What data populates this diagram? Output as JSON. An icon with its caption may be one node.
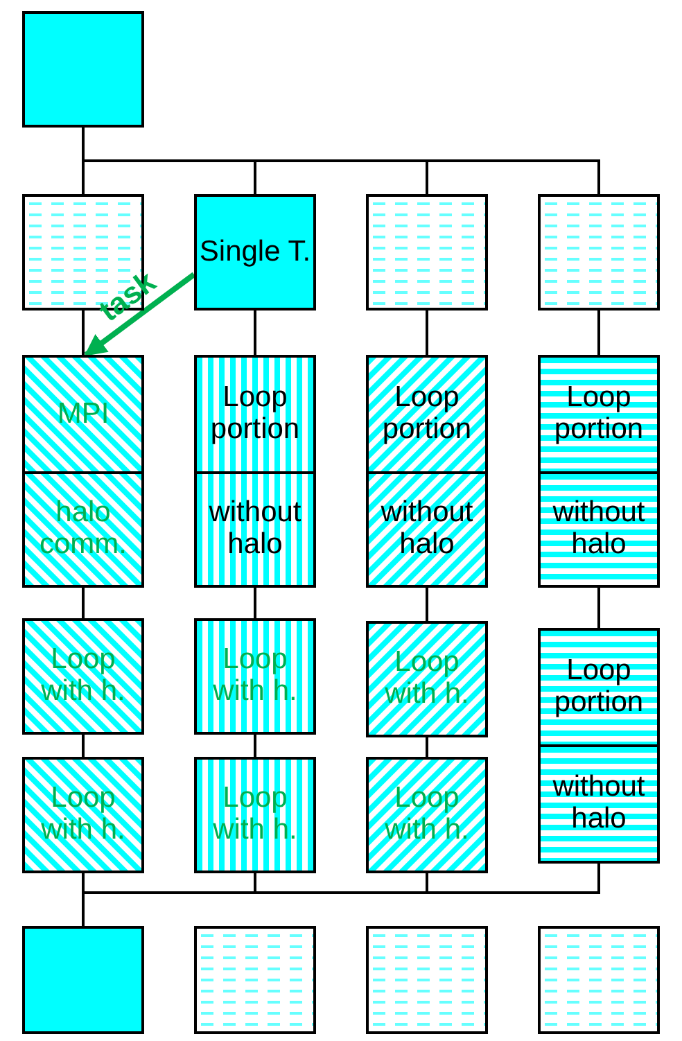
{
  "diagram": {
    "nodes": [
      {
        "text": [],
        "shape": "box"
      },
      {
        "text": [],
        "shape": "box"
      },
      {
        "text": [
          "Single T."
        ]
      },
      {
        "text": [],
        "shape": "box"
      },
      {
        "text": [],
        "shape": "box"
      },
      {
        "text": [
          "MPI"
        ]
      },
      {
        "text": [
          "Loop portion"
        ]
      },
      {
        "text": [
          "Loop portion"
        ]
      },
      {
        "text": [
          "Loop portion"
        ]
      },
      {
        "text": [
          "halo comm."
        ]
      },
      {
        "text": [
          "without halo"
        ]
      },
      {
        "text": [
          "without halo"
        ]
      },
      {
        "text": [
          "without halo"
        ]
      },
      {
        "text": [
          "Loop with h."
        ]
      },
      {
        "text": [
          "Loop with h."
        ]
      },
      {
        "text": [
          "Loop with h."
        ]
      },
      {
        "text": [
          "Loop portion"
        ]
      },
      {
        "text": [
          "Loop with h."
        ]
      },
      {
        "text": [
          "Loop with h."
        ]
      },
      {
        "text": [
          "Loop with h."
        ]
      },
      {
        "text": [
          "without halo"
        ]
      },
      {
        "text": [],
        "shape": "box"
      },
      {
        "text": [],
        "shape": "box"
      },
      {
        "text": [],
        "shape": "box"
      },
      {
        "text": [],
        "shape": "box"
      }
    ],
    "edges": [
      {
        "from": 0,
        "to": 1,
        "arrow": "none"
      },
      {
        "from": 0,
        "to": 2,
        "arrow": "none"
      },
      {
        "from": 0,
        "to": 3,
        "arrow": "none"
      },
      {
        "from": 0,
        "to": 4,
        "arrow": "none"
      },
      {
        "from": 1,
        "to": 5,
        "arrow": "none"
      },
      {
        "from": 2,
        "to": 6,
        "arrow": "none"
      },
      {
        "from": 3,
        "to": 7,
        "arrow": "none"
      },
      {
        "from": 4,
        "to": 8,
        "arrow": "none"
      },
      {
        "from": 2,
        "to": 5,
        "arrow": "to",
        "label": "task",
        "style": "thick",
        "color": "#00b050"
      },
      {
        "from": 9,
        "to": 13,
        "arrow": "none"
      },
      {
        "from": 10,
        "to": 14,
        "arrow": "none"
      },
      {
        "from": 11,
        "to": 15,
        "arrow": "none"
      },
      {
        "from": 12,
        "to": 16,
        "arrow": "none"
      },
      {
        "from": 13,
        "to": 17,
        "arrow": "none"
      },
      {
        "from": 14,
        "to": 18,
        "arrow": "none"
      },
      {
        "from": 15,
        "to": 19,
        "arrow": "none"
      },
      {
        "from": 17,
        "to": 21,
        "arrow": "none"
      },
      {
        "from": 18,
        "to": 21,
        "arrow": "none"
      },
      {
        "from": 19,
        "to": 21,
        "arrow": "none"
      },
      {
        "from": 20,
        "to": 21,
        "arrow": "none"
      }
    ]
  }
}
